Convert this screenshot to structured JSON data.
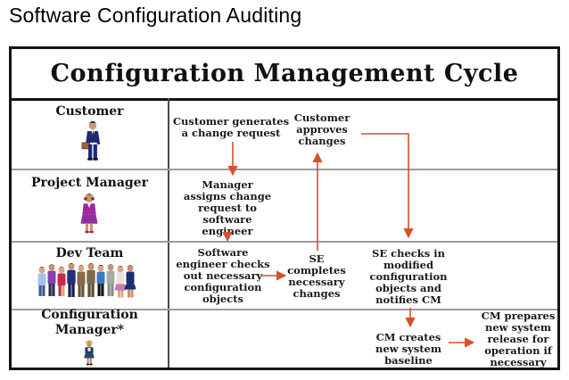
{
  "slide_title": "Software Configuration Auditing",
  "diagram": {
    "title": "Configuration Management Cycle",
    "lanes": [
      {
        "label": "Customer"
      },
      {
        "label": "Project Manager"
      },
      {
        "label": "Dev Team"
      },
      {
        "label": "Configuration\nManager*"
      }
    ],
    "steps": {
      "generate_request": "Customer generates\na change request",
      "approve_changes": "Customer\napproves\nchanges",
      "assign_request": "Manager\nassigns change\nrequest to\nsoftware\nengineer",
      "checkout_objects": "Software\nengineer checks\nout necessary\nconfiguration\nobjects",
      "complete_changes": "SE\ncompletes\nnecessary\nchanges",
      "checkin_objects": "SE checks in\nmodified\nconfiguration\nobjects and\nnotifies CM",
      "create_baseline": "CM creates\nnew system\nbaseline",
      "prepare_release": "CM prepares\nnew system\nrelease for\noperation if\nnecessary"
    }
  },
  "colors": {
    "arrow_color": "#d4512b",
    "lane_line_color": "#9a9a9a",
    "border_color": "#141414"
  }
}
